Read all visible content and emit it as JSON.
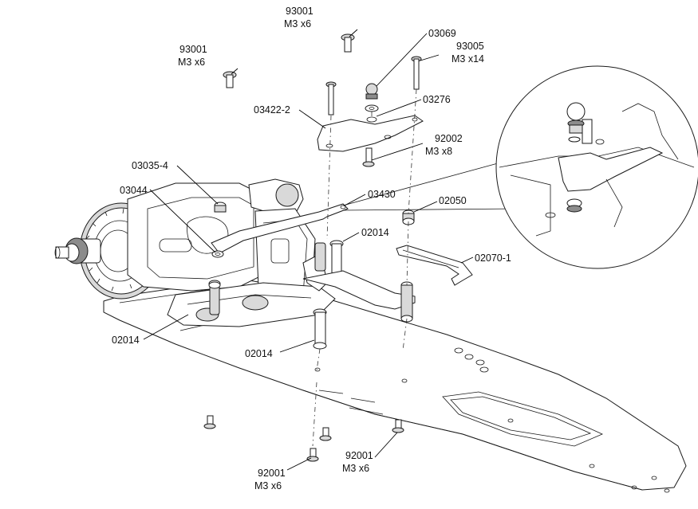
{
  "diagram": {
    "labels": {
      "screw_top_center": {
        "part": "93001",
        "spec": "M3 x6"
      },
      "screw_top_left": {
        "part": "93001",
        "spec": "M3 x6"
      },
      "ballstud": {
        "part": "03069"
      },
      "long_screw": {
        "part": "93005",
        "spec": "M3 x14"
      },
      "washer": {
        "part": "03276"
      },
      "steering_bridge": {
        "part": "03422-2"
      },
      "bridge_screw": {
        "part": "92002",
        "spec": "M3 x8"
      },
      "bearing_left": {
        "part": "03035-4"
      },
      "bearing_shim": {
        "part": "03044"
      },
      "steering_link": {
        "part": "03430"
      },
      "post_bush": {
        "part": "02050"
      },
      "post_upper": {
        "part": "02014"
      },
      "steering_arm": {
        "part": "02070-1"
      },
      "post_left": {
        "part": "02014"
      },
      "post_lower": {
        "part": "02014"
      },
      "bottom_screw_left": {
        "part": "92001",
        "spec": "M3 x6"
      },
      "bottom_screw_right": {
        "part": "92001",
        "spec": "M3 x6"
      }
    }
  }
}
